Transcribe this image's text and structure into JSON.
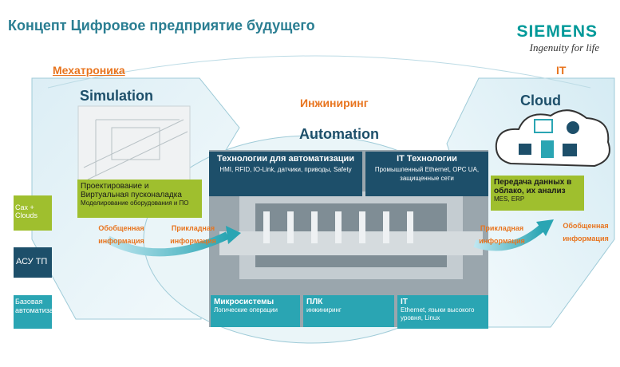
{
  "title": "Концепт Цифровое предприятие будущего",
  "logo": {
    "brand": "SIEMENS",
    "tagline": "Ingenuity for life"
  },
  "sections": {
    "mechatronics": "Мехатроника",
    "engineering": "Инжиниринг",
    "it": "IT",
    "simulation": "Simulation",
    "automation": "Automation",
    "cloud": "Cloud"
  },
  "left_legend": [
    {
      "label": "Cax + Clouds",
      "color": "#9fbf2e"
    },
    {
      "label": "АСУ ТП",
      "color": "#1d4f6a"
    },
    {
      "label": "Базовая автоматизация",
      "color": "#2aa5b3"
    }
  ],
  "boxes": {
    "design": {
      "title": "Проектирование и Виртуальная пусконаладка",
      "sub": "Моделирование оборудования и ПО"
    },
    "tech_auto": {
      "title": "Технологии для автоматизации",
      "sub": "HMI, RFID, IO-Link, датчики, приводы, Safety"
    },
    "it_tech": {
      "title": "IT Технологии",
      "sub": "Промышленный Ethernet, OPC UA, защищенные сети"
    },
    "cloud_data": {
      "title": "Передача данных в облако, их анализ",
      "sub": "MES, ERP"
    },
    "micro": {
      "title": "Микросистемы",
      "sub": "Логические операции"
    },
    "plc": {
      "title": "ПЛК",
      "sub": "инжиниринг"
    },
    "it_bottom": {
      "title": "IT",
      "sub": "Ethernet, языки высокого уровня, Linux"
    }
  },
  "flow_labels": {
    "generalized": "Обобщенная информация",
    "applied": "Прикладная информация"
  },
  "colors": {
    "accent": "#e8741e",
    "teal": "#2aa5b3",
    "dark": "#1d4f6a",
    "green": "#9fbf2e"
  }
}
